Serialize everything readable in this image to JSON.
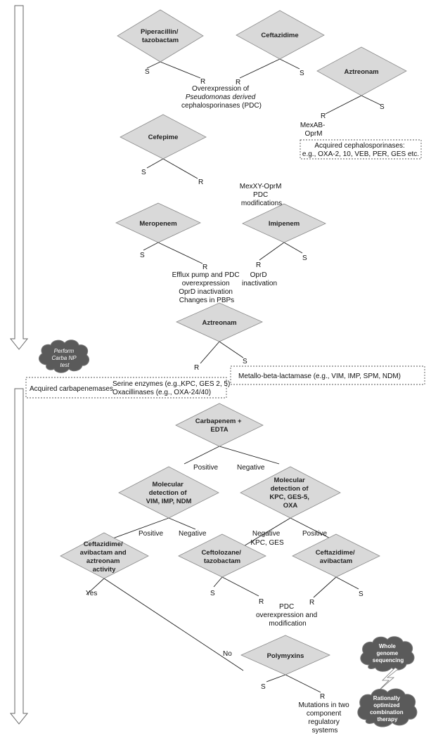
{
  "diamonds": {
    "piperacillin": [
      "Piperacillin/",
      "tazobactam"
    ],
    "ceftazidime": [
      "Ceftazidime"
    ],
    "aztreonam1": [
      "Aztreonam"
    ],
    "cefepime": [
      "Cefepime"
    ],
    "meropenem": [
      "Meropenem"
    ],
    "imipenem": [
      "Imipenem"
    ],
    "aztreonam2": [
      "Aztreonam"
    ],
    "carbapenem_edta": [
      "Carbapenem +",
      "EDTA"
    ],
    "mol_vim": [
      "Molecular",
      "detection of",
      "VIM, IMP, NDM"
    ],
    "mol_kpc": [
      "Molecular",
      "detection of",
      "KPC, GES-5,",
      "OXA"
    ],
    "cza_azt": [
      "Ceftazidime/",
      "avibactam and",
      "aztreonam",
      "activity"
    ],
    "ceftolozane": [
      "Ceftolozane/",
      "tazobactam"
    ],
    "cza": [
      "Ceftazidime/",
      "avibactam"
    ],
    "polymyxins": [
      "Polymyxins"
    ]
  },
  "texts": {
    "pdc_overexp": [
      "Overexpression of",
      "Pseudomonas derived",
      "cephalosporinases (PDC)"
    ],
    "mexab": [
      "MexAB-",
      "OprM"
    ],
    "mexxy": [
      "MexXY-OprM",
      "PDC",
      "modifications"
    ],
    "efflux": [
      "Efflux pump and PDC",
      "overexpression",
      "OprD inactivation",
      "Changes in PBPs"
    ],
    "oprd": [
      "OprD",
      "inactivation"
    ],
    "pdc_mod": [
      "PDC",
      "overexpression and",
      "modification"
    ],
    "mutations": [
      "Mutations in two",
      "component",
      "regulatory",
      "systems"
    ]
  },
  "labels": {
    "S": "S",
    "R": "R",
    "positive": "Positive",
    "negative": "Negative",
    "negative_kpc": [
      "Negative",
      "KPC, GES"
    ],
    "yes": "Yes",
    "no": "No"
  },
  "boxes": {
    "acquired_ceph": [
      "Acquired cephalosporinases:",
      "e.g., OXA-2, 10, VEB, PER, GES etc."
    ],
    "mbl": "Metallo-beta-lactamase (e.g., VIM, IMP, SPM, NDM)",
    "carbapenemases": {
      "title": "Acquired carbapenemases",
      "lines": [
        "Serine enzymes (e.g.,KPC, GES 2, 5)",
        "Oxacillinases (e.g., OXA-24/40)"
      ]
    }
  },
  "clouds": {
    "carba_np": [
      "Perform",
      "Carba NP",
      "test"
    ],
    "wgs": [
      "Whole",
      "genome",
      "sequencing"
    ],
    "rational": [
      "Rationally",
      "optimized",
      "combination",
      "therapy"
    ]
  },
  "colors": {
    "diamond_fill": "#d9d9d9",
    "cloud_fill": "#5a5a5a",
    "line": "#1a1a1a"
  }
}
